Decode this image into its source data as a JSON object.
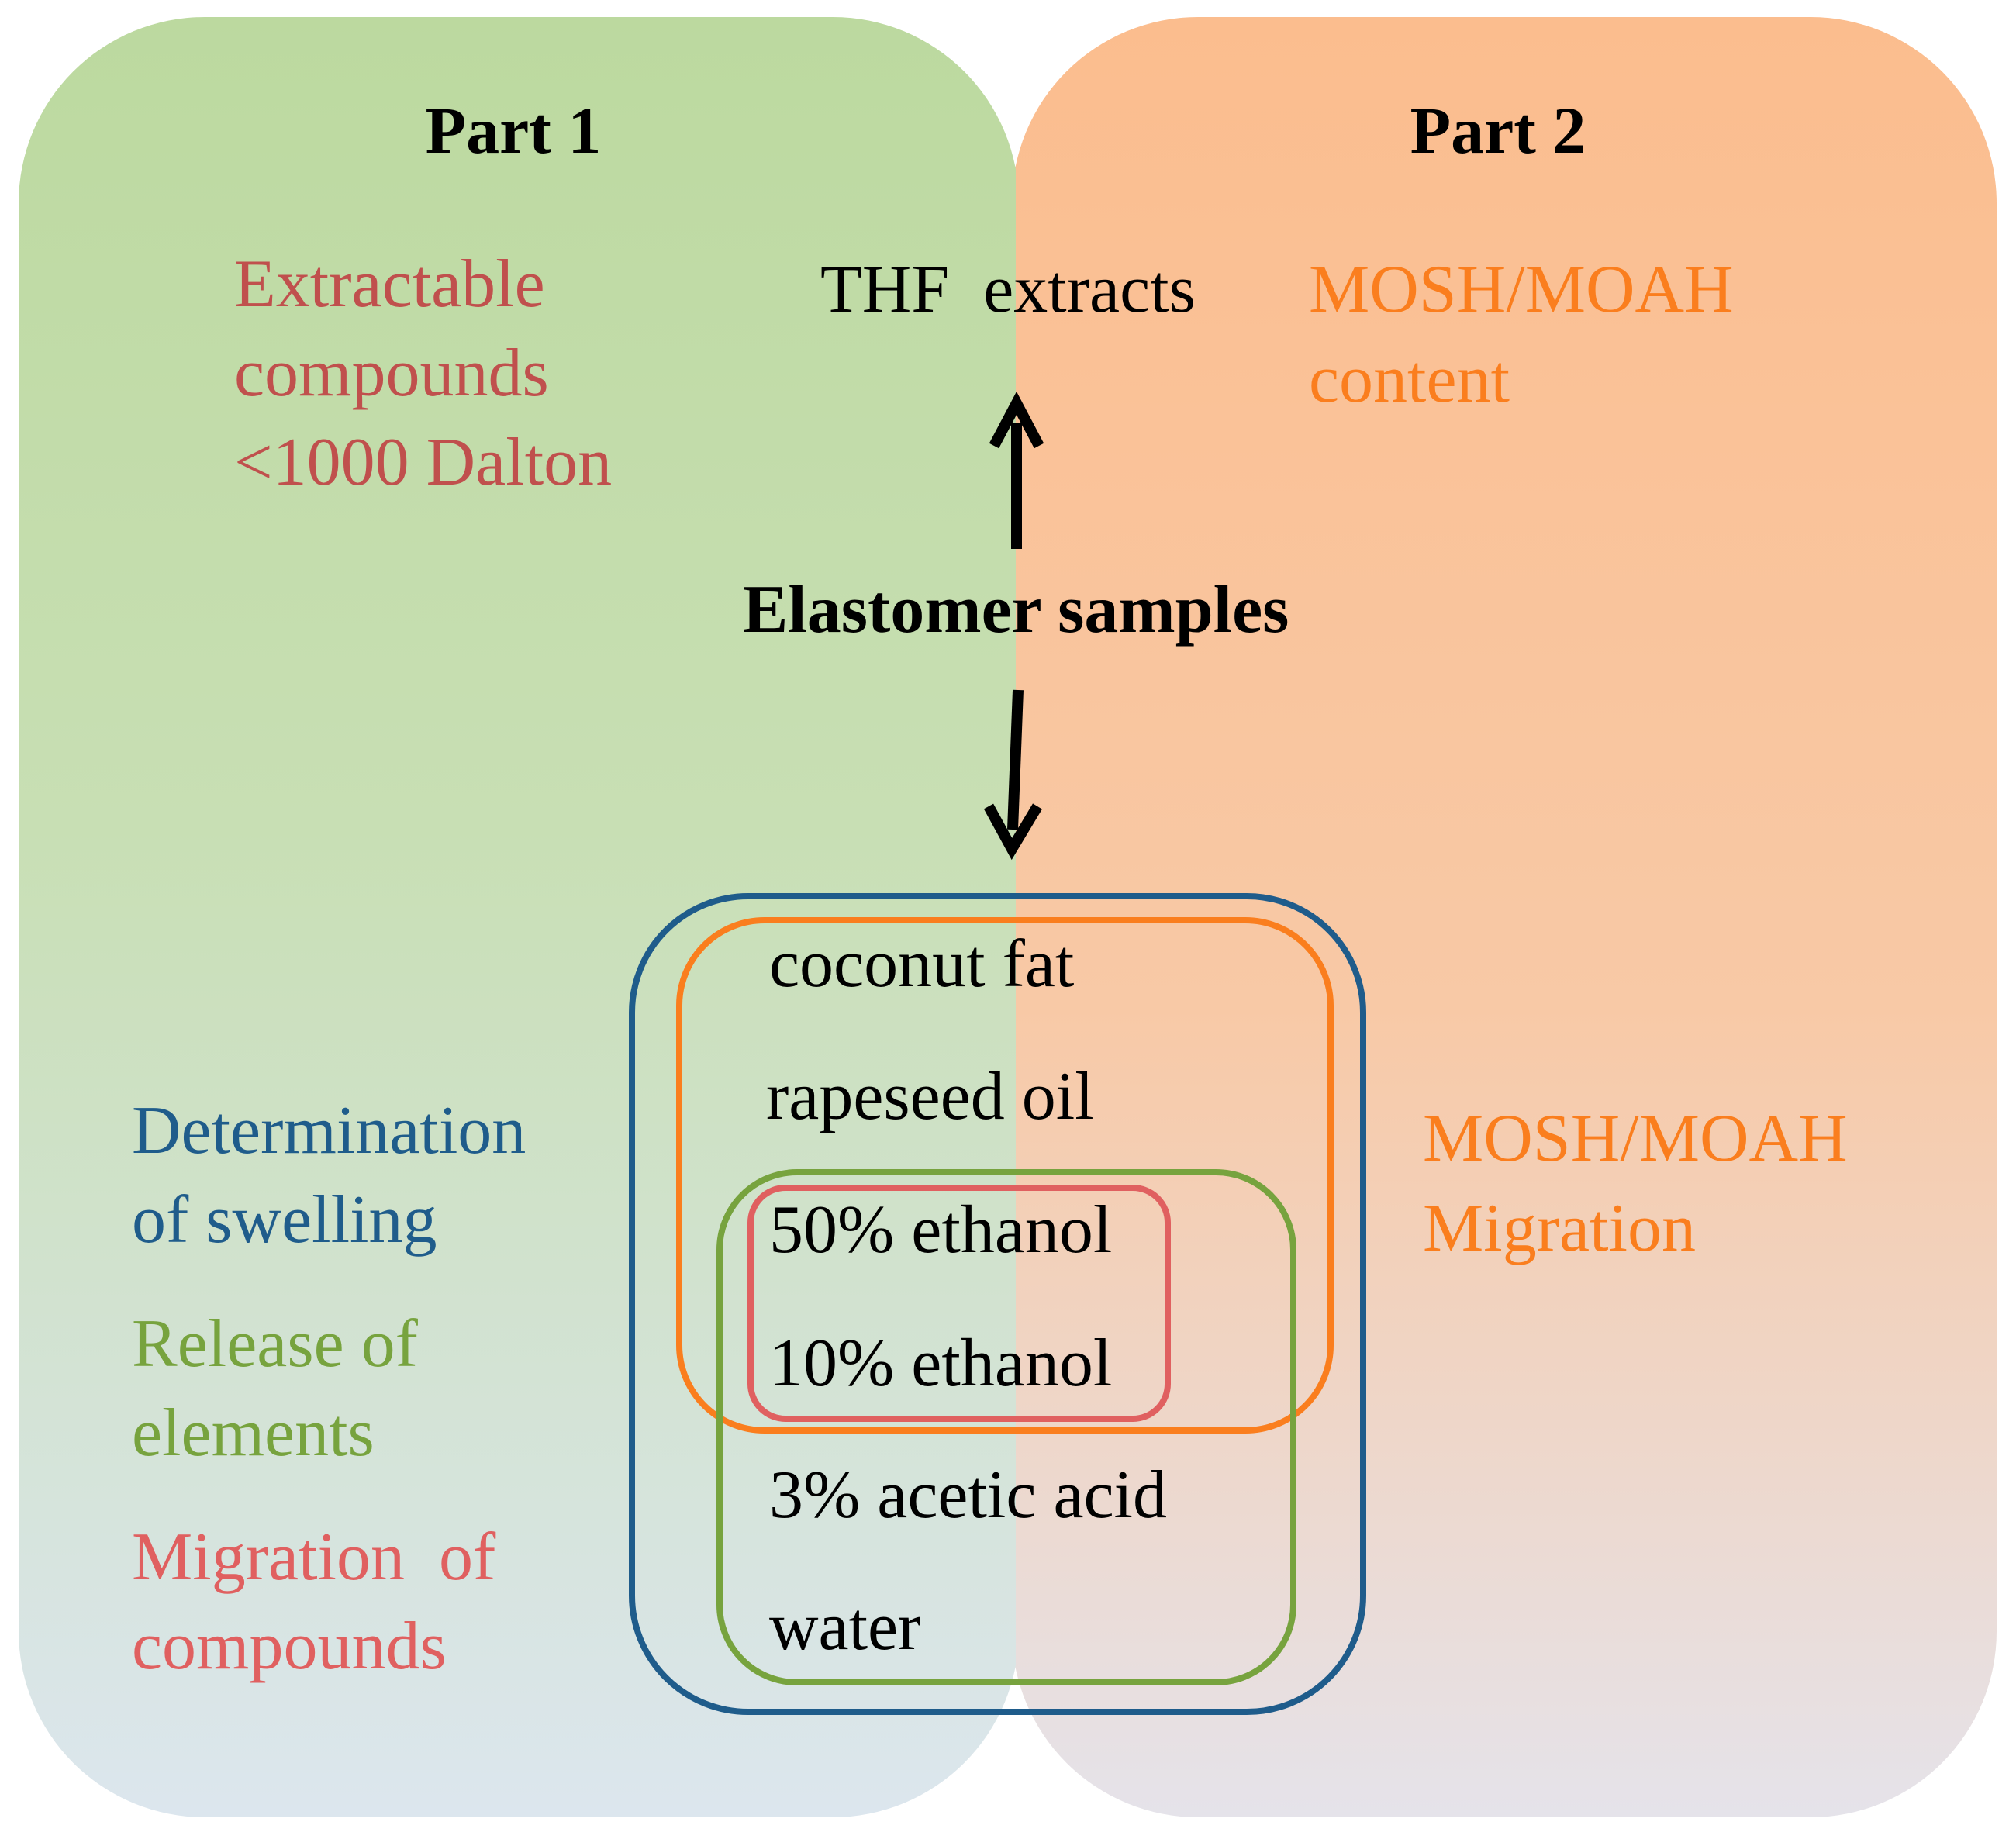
{
  "colors": {
    "part1_top": "#bcd99f",
    "part1_mid": "#c8dfb4",
    "part1_bottom": "#dce6ee",
    "part2_top": "#fbbd8e",
    "part2_mid": "#f8c9a6",
    "part2_bottom": "#e5e3ea",
    "black": "#000000",
    "dark_red": "#c0504d",
    "orange": "#fa7e1e",
    "blue": "#1f5c8b",
    "green": "#77a33e",
    "pink_red": "#e06060"
  },
  "part1": {
    "title": "Part 1",
    "extractable": [
      "Extractable",
      "compounds",
      "<1000 Dalton"
    ],
    "swelling": [
      "Determination",
      "of swelling"
    ],
    "release": [
      "Release of",
      "elements"
    ],
    "migration": [
      "Migration  of",
      "compounds"
    ]
  },
  "part2": {
    "title": "Part 2",
    "content": [
      "MOSH/MOAH",
      "content"
    ],
    "migration": [
      "MOSH/MOAH",
      "Migration"
    ]
  },
  "center": {
    "thf": "THF  extracts",
    "samples": "Elastomer samples",
    "arrow_up_icon": "arrow-up-icon",
    "arrow_down_icon": "arrow-down-icon"
  },
  "simulants": [
    "coconut fat",
    "rapeseed oil",
    "50% ethanol",
    "10% ethanol",
    "3% acetic acid",
    "water"
  ]
}
